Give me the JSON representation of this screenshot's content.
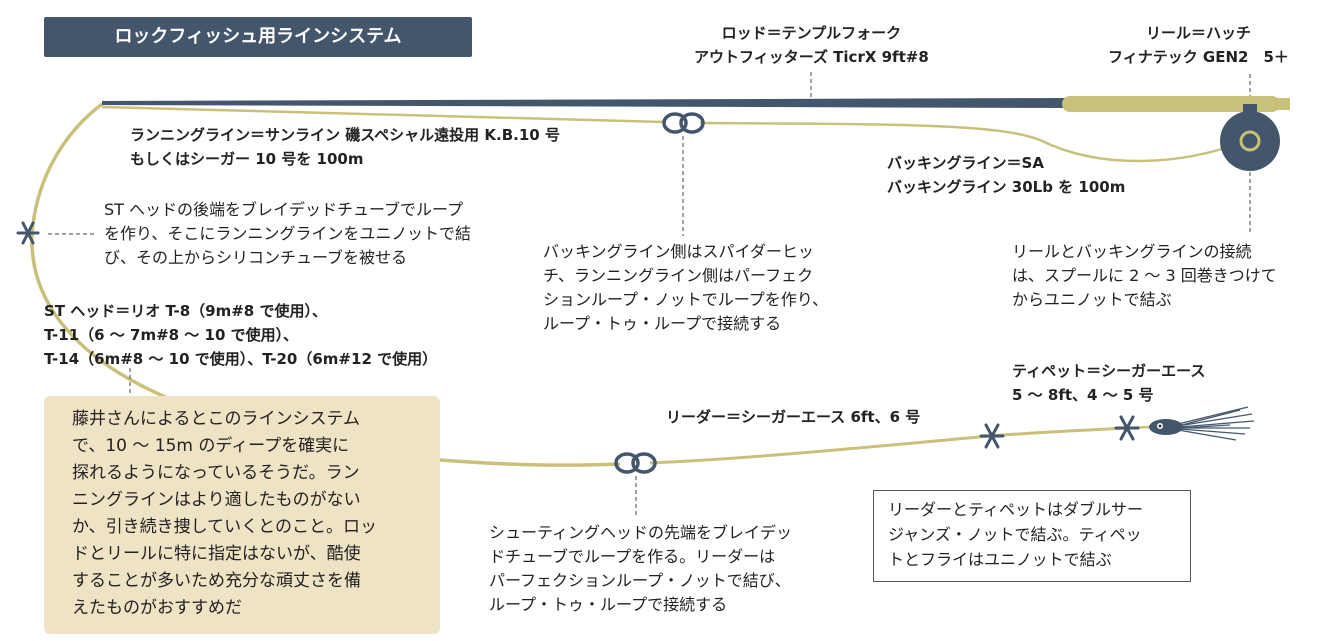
{
  "title": "ロックフィッシュ用ラインシステム",
  "rod": {
    "lines": [
      "ロッド＝テンプルフォーク",
      "アウトフィッターズ TicrX 9ft#8"
    ]
  },
  "reel": {
    "lines": [
      "リール＝ハッチ",
      "フィナテック GEN2　5＋"
    ]
  },
  "running_line": {
    "lines": [
      "ランニングライン＝サンライン 磯スペシャル遠投用 K.B.10 号",
      "もしくはシーガー 10 号を 100m"
    ]
  },
  "backing_line": {
    "lines": [
      "バッキングライン＝SA",
      "バッキングライン 30Lb を 100m"
    ]
  },
  "st_rear_note": {
    "lines": [
      "ST ヘッドの後端をブレイデッドチューブでループ",
      "を作り、そこにランニングラインをユニノットで結",
      "び、その上からシリコンチューブを被せる"
    ]
  },
  "backing_note": {
    "lines": [
      "バッキングライン側はスパイダーヒッ",
      "チ、ランニングライン側はパーフェク",
      "ションループ・ノットでループを作り、",
      "ループ・トゥ・ループで接続する"
    ]
  },
  "reel_note": {
    "lines": [
      "リールとバッキングラインの接続",
      "は、スプールに 2 〜 3 回巻きつけて",
      "からユニノットで結ぶ"
    ]
  },
  "st_head": {
    "lines": [
      "ST ヘッド＝リオ T-8（9m#8 で使用）、",
      "T-11（6 〜 7m#8 〜 10 で使用）、",
      "T-14（6m#8 〜 10 で使用）、T-20（6m#12 で使用）"
    ]
  },
  "tippet": {
    "lines": [
      "ティペット＝シーガーエース",
      "5 〜 8ft、4 〜 5 号"
    ]
  },
  "leader": {
    "text": "リーダー＝シーガーエース 6ft、6 号"
  },
  "summary": {
    "lines": [
      "藤井さんによるとこのラインシステム",
      "で、10 〜 15m のディープを確実に",
      "探れるようになっているそうだ。ラン",
      "ニングラインはより適したものがない",
      "か、引き続き捜していくとのこと。ロッ",
      "ドとリールに特に指定はないが、酷使",
      "することが多いため充分な頑丈さを備",
      "えたものがおすすめだ"
    ]
  },
  "shooting_note": {
    "lines": [
      "シューティングヘッドの先端をブレイデッ",
      "ドチューブでループを作る。リーダーは",
      "パーフェクションループ・ノットで結び、",
      "ループ・トゥ・ループで接続する"
    ]
  },
  "tippet_note": {
    "lines": [
      "リーダーとティペットはダブルサー",
      "ジャンズ・ノットで結ぶ。ティペッ",
      "トとフライはユニノットで結ぶ"
    ]
  },
  "colors": {
    "rod": "#43566b",
    "line": "#c9c07a",
    "grip": "#c9c07a",
    "summary_bg": "#efe3c6",
    "title_bg": "#43566b",
    "dashed": "#444444"
  }
}
